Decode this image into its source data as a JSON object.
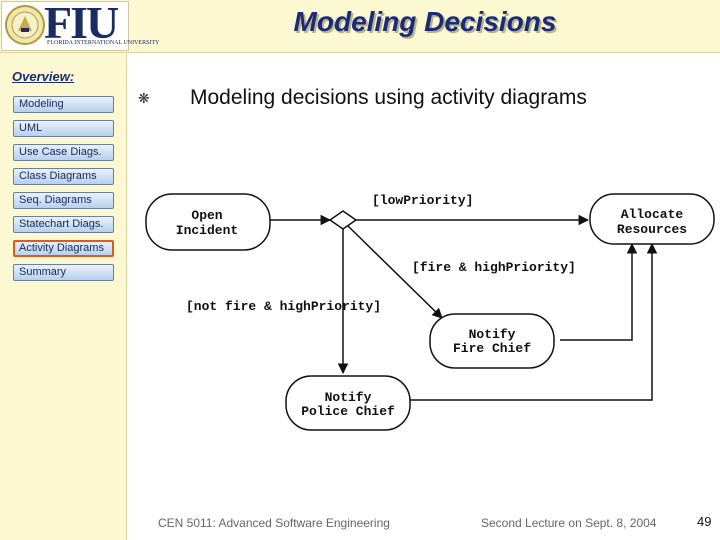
{
  "header": {
    "logo_text": "FIU",
    "logo_subtitle": "FLORIDA INTERNATIONAL UNIVERSITY",
    "title": "Modeling Decisions"
  },
  "sidebar": {
    "heading": "Overview:",
    "items": [
      {
        "label": "Modeling",
        "active": false
      },
      {
        "label": "UML",
        "active": false
      },
      {
        "label": "Use Case Diags.",
        "active": false
      },
      {
        "label": "Class Diagrams",
        "active": false
      },
      {
        "label": "Seq. Diagrams",
        "active": false
      },
      {
        "label": "Statechart Diags.",
        "active": false
      },
      {
        "label": "Activity Diagrams",
        "active": true
      },
      {
        "label": "Summary",
        "active": false
      }
    ]
  },
  "content": {
    "bullet": "Modeling decisions using activity diagrams"
  },
  "diagram": {
    "nodes": {
      "open_incident": [
        "Open",
        "Incident"
      ],
      "allocate_resources": [
        "Allocate",
        "Resources"
      ],
      "notify_fire_chief": [
        "Notify",
        "Fire Chief"
      ],
      "notify_police_chief": [
        "Notify",
        "Police Chief"
      ]
    },
    "guards": {
      "low_priority": "[lowPriority]",
      "fire_high": "[fire & highPriority]",
      "not_fire_high": "[not fire & highPriority]"
    }
  },
  "footer": {
    "left": "CEN 5011: Advanced Software Engineering",
    "right": "Second Lecture on Sept. 8, 2004",
    "page": "49"
  },
  "colors": {
    "title": "#1b2b7a",
    "panel_background": "#fbf8d2",
    "active_border": "#e05a1e"
  }
}
